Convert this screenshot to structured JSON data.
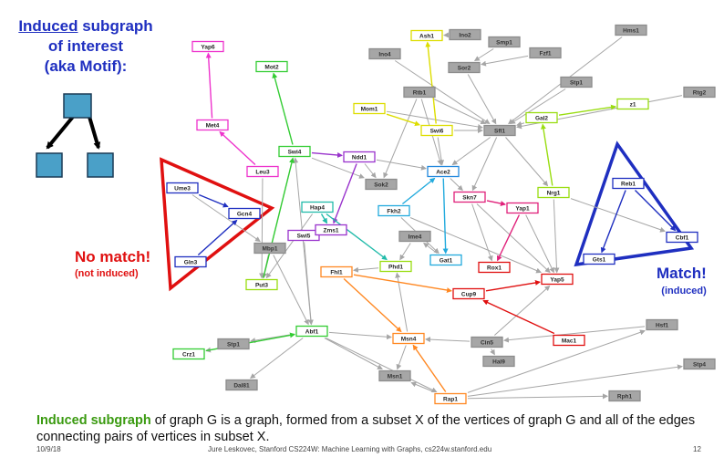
{
  "heading": {
    "induced": "Induced",
    "rest": " subgraph",
    "line2": "of interest",
    "line3": "(aka Motif):"
  },
  "no_match": {
    "main": "No match!",
    "sub": "(not induced)"
  },
  "match": {
    "main": "Match!",
    "sub": "(induced)"
  },
  "caption": {
    "bold": "Induced subgraph",
    "rest": " of graph G is a graph, formed from a subset X of the vertices of graph G and all of the edges connecting pairs of vertices in subset X."
  },
  "footer": {
    "date": "10/9/18",
    "credit": "Jure Leskovec, Stanford CS224W: Machine Learning with Graphs, cs224w.stanford.edu",
    "page": "12"
  },
  "colors": {
    "gray": "#a6a6a6",
    "red": "#e01010",
    "blue": "#1f2fc0",
    "green": "#3a9a10",
    "motif_fill": "#4aa0c8"
  },
  "graph": {
    "nodes": [
      {
        "id": "Yap6",
        "label": "Yap6",
        "color": "#ee33cc",
        "filled": false
      },
      {
        "id": "Mot2",
        "label": "Mot2",
        "color": "#33cc33",
        "filled": false
      },
      {
        "id": "Met4",
        "label": "Met4",
        "color": "#ee33cc",
        "filled": false
      },
      {
        "id": "Ino4",
        "label": "Ino4",
        "color": "#a6a6a6",
        "filled": true
      },
      {
        "id": "Ash1",
        "label": "Ash1",
        "color": "#dddd00",
        "filled": false
      },
      {
        "id": "Ino2",
        "label": "Ino2",
        "color": "#a6a6a6",
        "filled": true
      },
      {
        "id": "Smp1",
        "label": "Smp1",
        "color": "#a6a6a6",
        "filled": true
      },
      {
        "id": "Hms1",
        "label": "Hms1",
        "color": "#a6a6a6",
        "filled": true
      },
      {
        "id": "Sor2",
        "label": "Sor2",
        "color": "#a6a6a6",
        "filled": true
      },
      {
        "id": "Fzf1",
        "label": "Fzf1",
        "color": "#a6a6a6",
        "filled": true
      },
      {
        "id": "Rtg2",
        "label": "Rtg2",
        "color": "#a6a6a6",
        "filled": true
      },
      {
        "id": "Stp1a",
        "label": "Stp1",
        "color": "#a6a6a6",
        "filled": true
      },
      {
        "id": "Rtb1",
        "label": "Rtb1",
        "color": "#a6a6a6",
        "filled": true
      },
      {
        "id": "z1",
        "label": "z1",
        "color": "#99dd11",
        "filled": false
      },
      {
        "id": "Mom1",
        "label": "Mom1",
        "color": "#dddd00",
        "filled": false
      },
      {
        "id": "Swi6",
        "label": "Swi6",
        "color": "#dddd00",
        "filled": false
      },
      {
        "id": "Gal2",
        "label": "Gal2",
        "color": "#99dd11",
        "filled": false
      },
      {
        "id": "Sfl1",
        "label": "Sfl1",
        "color": "#a6a6a6",
        "filled": true
      },
      {
        "id": "Swi4",
        "label": "Swi4",
        "color": "#33cc33",
        "filled": false
      },
      {
        "id": "Ndd1",
        "label": "Ndd1",
        "color": "#9933cc",
        "filled": false
      },
      {
        "id": "Leu3",
        "label": "Leu3",
        "color": "#ee33cc",
        "filled": false
      },
      {
        "id": "Sok2",
        "label": "Sok2",
        "color": "#a6a6a6",
        "filled": true
      },
      {
        "id": "Ace2",
        "label": "Ace2",
        "color": "#2288dd",
        "filled": false
      },
      {
        "id": "Ume3",
        "label": "Ume3",
        "color": "#1f2fc0",
        "filled": false
      },
      {
        "id": "Gcn4",
        "label": "Gcn4",
        "color": "#1f2fc0",
        "filled": false
      },
      {
        "id": "Hap4",
        "label": "Hap4",
        "color": "#22bbaa",
        "filled": false
      },
      {
        "id": "Fkh2",
        "label": "Fkh2",
        "color": "#22aadd",
        "filled": false
      },
      {
        "id": "Skn7",
        "label": "Skn7",
        "color": "#e0207a",
        "filled": false
      },
      {
        "id": "Nrg1",
        "label": "Nrg1",
        "color": "#99dd11",
        "filled": false
      },
      {
        "id": "Yap1",
        "label": "Yap1",
        "color": "#e0207a",
        "filled": false
      },
      {
        "id": "Reb1",
        "label": "Reb1",
        "color": "#1f2fc0",
        "filled": false
      },
      {
        "id": "Swi5",
        "label": "Swi5",
        "color": "#9933cc",
        "filled": false
      },
      {
        "id": "Zms1",
        "label": "Zms1",
        "color": "#9933cc",
        "filled": false
      },
      {
        "id": "Ime4",
        "label": "Ime4",
        "color": "#a6a6a6",
        "filled": true
      },
      {
        "id": "Mbp1",
        "label": "Mbp1",
        "color": "#a6a6a6",
        "filled": true
      },
      {
        "id": "Gat1",
        "label": "Gat1",
        "color": "#22aadd",
        "filled": false
      },
      {
        "id": "Cbf1",
        "label": "Cbf1",
        "color": "#1f2fc0",
        "filled": false
      },
      {
        "id": "Gln3",
        "label": "Gln3",
        "color": "#1f2fc0",
        "filled": false
      },
      {
        "id": "Fhl1",
        "label": "Fhl1",
        "color": "#ff8822",
        "filled": false
      },
      {
        "id": "Phd1",
        "label": "Phd1",
        "color": "#99dd11",
        "filled": false
      },
      {
        "id": "Rox1",
        "label": "Rox1",
        "color": "#e01010",
        "filled": false
      },
      {
        "id": "Gts1",
        "label": "Gts1",
        "color": "#1f2fc0",
        "filled": false
      },
      {
        "id": "Put3",
        "label": "Put3",
        "color": "#99dd11",
        "filled": false
      },
      {
        "id": "Yap5",
        "label": "Yap5",
        "color": "#e01010",
        "filled": false
      },
      {
        "id": "Cup9",
        "label": "Cup9",
        "color": "#e01010",
        "filled": false
      },
      {
        "id": "Hsf1",
        "label": "Hsf1",
        "color": "#a6a6a6",
        "filled": true
      },
      {
        "id": "Abf1",
        "label": "Abf1",
        "color": "#33cc33",
        "filled": false
      },
      {
        "id": "Stp1b",
        "label": "Stp1",
        "color": "#a6a6a6",
        "filled": true
      },
      {
        "id": "Msn4",
        "label": "Msn4",
        "color": "#ff8822",
        "filled": false
      },
      {
        "id": "Cin5",
        "label": "Cin5",
        "color": "#a6a6a6",
        "filled": true
      },
      {
        "id": "Mac1",
        "label": "Mac1",
        "color": "#e01010",
        "filled": false
      },
      {
        "id": "Crz1",
        "label": "Crz1",
        "color": "#33cc33",
        "filled": false
      },
      {
        "id": "Hal9",
        "label": "Hal9",
        "color": "#a6a6a6",
        "filled": true
      },
      {
        "id": "Stp4",
        "label": "Stp4",
        "color": "#a6a6a6",
        "filled": true
      },
      {
        "id": "Msn1",
        "label": "Msn1",
        "color": "#a6a6a6",
        "filled": true
      },
      {
        "id": "Dal81",
        "label": "Dal81",
        "color": "#a6a6a6",
        "filled": true
      },
      {
        "id": "Rap1",
        "label": "Rap1",
        "color": "#ff8822",
        "filled": false
      },
      {
        "id": "Rph1",
        "label": "Rph1",
        "color": "#a6a6a6",
        "filled": true
      }
    ],
    "edges": [
      [
        "Ino2",
        "Ash1",
        "#a6a6a6"
      ],
      [
        "Smp1",
        "Sor2",
        "#a6a6a6"
      ],
      [
        "Fzf1",
        "Sor2",
        "#a6a6a6"
      ],
      [
        "Hms1",
        "Sfl1",
        "#a6a6a6"
      ],
      [
        "Rtg2",
        "Sfl1",
        "#a6a6a6"
      ],
      [
        "Stp1a",
        "Sfl1",
        "#a6a6a6"
      ],
      [
        "Ino4",
        "Sfl1",
        "#a6a6a6"
      ],
      [
        "Sor2",
        "Sfl1",
        "#a6a6a6"
      ],
      [
        "Rtb1",
        "Sfl1",
        "#a6a6a6"
      ],
      [
        "Swi6",
        "Sfl1",
        "#a6a6a6"
      ],
      [
        "Gal2",
        "Sfl1",
        "#a6a6a6"
      ],
      [
        "Rtb1",
        "Sok2",
        "#a6a6a6"
      ],
      [
        "Rtb1",
        "Ace2",
        "#a6a6a6"
      ],
      [
        "Swi4",
        "Sok2",
        "#a6a6a6"
      ],
      [
        "Ndd1",
        "Sok2",
        "#a6a6a6"
      ],
      [
        "Ace2",
        "Skn7",
        "#a6a6a6"
      ],
      [
        "Sfl1",
        "Skn7",
        "#a6a6a6"
      ],
      [
        "Sfl1",
        "Nrg1",
        "#a6a6a6"
      ],
      [
        "Sfl1",
        "Ace2",
        "#a6a6a6"
      ],
      [
        "Nrg1",
        "Yap5",
        "#a6a6a6"
      ],
      [
        "Nrg1",
        "Cbf1",
        "#a6a6a6"
      ],
      [
        "Skn7",
        "Yap5",
        "#a6a6a6"
      ],
      [
        "Yap1",
        "Yap5",
        "#a6a6a6"
      ],
      [
        "Fkh2",
        "Yap5",
        "#a6a6a6"
      ],
      [
        "Ime4",
        "Phd1",
        "#a6a6a6"
      ],
      [
        "Fkh2",
        "Gat1",
        "#a6a6a6"
      ],
      [
        "Hap4",
        "Put3",
        "#a6a6a6"
      ],
      [
        "Mbp1",
        "Put3",
        "#a6a6a6"
      ],
      [
        "Mbp1",
        "Abf1",
        "#a6a6a6"
      ],
      [
        "Ume3",
        "Mbp1",
        "#a6a6a6"
      ],
      [
        "Leu3",
        "Put3",
        "#a6a6a6"
      ],
      [
        "Swi4",
        "Put3",
        "#a6a6a6"
      ],
      [
        "Abf1",
        "Stp1b",
        "#a6a6a6"
      ],
      [
        "Abf1",
        "Dal81",
        "#a6a6a6"
      ],
      [
        "Abf1",
        "Msn1",
        "#a6a6a6"
      ],
      [
        "Abf1",
        "Msn4",
        "#a6a6a6"
      ],
      [
        "Abf1",
        "Crz1",
        "#a6a6a6"
      ],
      [
        "Abf1",
        "Rap1",
        "#a6a6a6"
      ],
      [
        "Abf1",
        "Swi4",
        "#a6a6a6"
      ],
      [
        "Swi5",
        "Abf1",
        "#a6a6a6"
      ],
      [
        "Cin5",
        "Hal9",
        "#a6a6a6"
      ],
      [
        "Msn4",
        "Msn1",
        "#a6a6a6"
      ],
      [
        "Rap1",
        "Msn1",
        "#a6a6a6"
      ],
      [
        "Rap1",
        "Rph1",
        "#a6a6a6"
      ],
      [
        "Rap1",
        "Stp4",
        "#a6a6a6"
      ],
      [
        "Rap1",
        "Hsf1",
        "#a6a6a6"
      ],
      [
        "Hsf1",
        "Cin5",
        "#a6a6a6"
      ],
      [
        "Cin5",
        "Yap5",
        "#a6a6a6"
      ],
      [
        "Cin5",
        "Msn4",
        "#a6a6a6"
      ],
      [
        "Ndd1",
        "Ace2",
        "#a6a6a6"
      ],
      [
        "Swi6",
        "Ace2",
        "#a6a6a6"
      ],
      [
        "Mom1",
        "Sfl1",
        "#a6a6a6"
      ],
      [
        "Skn7",
        "Rox1",
        "#a6a6a6"
      ],
      [
        "Gat1",
        "Ime4",
        "#a6a6a6"
      ],
      [
        "Phd1",
        "Fhl1",
        "#a6a6a6"
      ],
      [
        "Msn4",
        "Phd1",
        "#a6a6a6"
      ],
      [
        "Met4",
        "Yap6",
        "#ee33cc"
      ],
      [
        "Leu3",
        "Met4",
        "#ee33cc"
      ],
      [
        "Swi4",
        "Mot2",
        "#33cc33"
      ],
      [
        "Put3",
        "Swi4",
        "#33cc33"
      ],
      [
        "Crz1",
        "Abf1",
        "#33cc33"
      ],
      [
        "Ume3",
        "Gcn4",
        "#1f2fc0"
      ],
      [
        "Gln3",
        "Gcn4",
        "#1f2fc0"
      ],
      [
        "Reb1",
        "Gts1",
        "#1f2fc0"
      ],
      [
        "Reb1",
        "Cbf1",
        "#1f2fc0"
      ],
      [
        "Swi6",
        "Ash1",
        "#dddd00"
      ],
      [
        "Mom1",
        "Swi6",
        "#dddd00"
      ],
      [
        "Nrg1",
        "Gal2",
        "#99dd11"
      ],
      [
        "Gal2",
        "z1",
        "#99dd11"
      ],
      [
        "Swi4",
        "Ndd1",
        "#9933cc"
      ],
      [
        "Ndd1",
        "Zms1",
        "#9933cc"
      ],
      [
        "Swi5",
        "Zms1",
        "#9933cc"
      ],
      [
        "Hap4",
        "Zms1",
        "#22bbaa"
      ],
      [
        "Hap4",
        "Phd1",
        "#22bbaa"
      ],
      [
        "Fkh2",
        "Ace2",
        "#22aadd"
      ],
      [
        "Ace2",
        "Gat1",
        "#22aadd"
      ],
      [
        "Skn7",
        "Yap1",
        "#e0207a"
      ],
      [
        "Yap1",
        "Rox1",
        "#e0207a"
      ],
      [
        "Cup9",
        "Yap5",
        "#e01010"
      ],
      [
        "Mac1",
        "Cup9",
        "#e01010"
      ],
      [
        "Fhl1",
        "Msn4",
        "#ff8822"
      ],
      [
        "Rap1",
        "Msn4",
        "#ff8822"
      ],
      [
        "Fhl1",
        "Cup9",
        "#ff8822"
      ]
    ]
  }
}
